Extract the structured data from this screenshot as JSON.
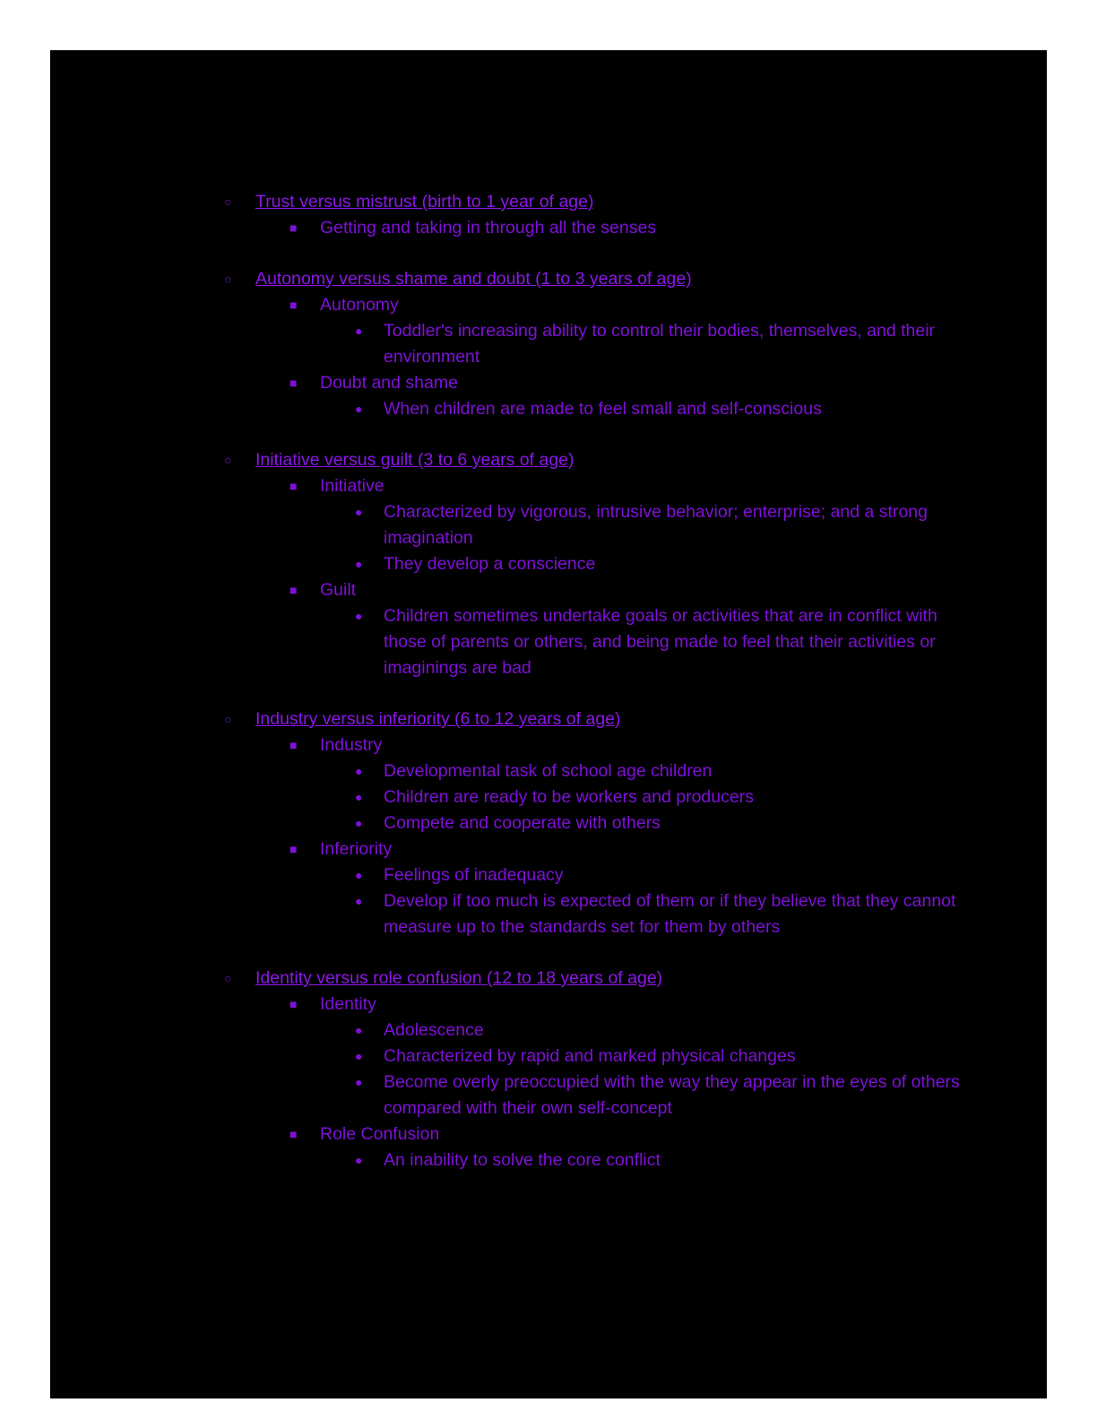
{
  "page": {
    "background_color": "#000000",
    "margin_color": "#ffffff",
    "text_color": "#7f10d8",
    "heading_color": "#8c16e8"
  },
  "bullets": {
    "level1": "○",
    "level2": "■",
    "level3": "●"
  },
  "sections": [
    {
      "heading": "Trust versus mistrust (birth to 1 year of age)",
      "items": [
        {
          "label": "Getting and taking in through all the senses",
          "bullets": []
        }
      ]
    },
    {
      "heading": "Autonomy versus shame and doubt (1 to 3 years of age)",
      "items": [
        {
          "label": "Autonomy",
          "bullets": [
            "Toddler's increasing ability to control their bodies, themselves, and their environment"
          ]
        },
        {
          "label": "Doubt and shame",
          "bullets": [
            "When children are made to feel small and self-conscious"
          ]
        }
      ]
    },
    {
      "heading": "Initiative versus guilt (3 to 6 years of age)",
      "items": [
        {
          "label": "Initiative",
          "bullets": [
            "Characterized by vigorous, intrusive behavior; enterprise; and a strong imagination",
            "They develop a conscience"
          ]
        },
        {
          "label": "Guilt",
          "bullets": [
            "Children sometimes undertake goals or activities that are in conflict with those of parents or others, and being made to feel that their activities or imaginings are bad"
          ]
        }
      ]
    },
    {
      "heading": "Industry versus inferiority (6 to 12 years of age)",
      "items": [
        {
          "label": "Industry",
          "bullets": [
            "Developmental task of school age children",
            "Children are ready to be workers and producers",
            "Compete and cooperate with others"
          ]
        },
        {
          "label": "Inferiority",
          "bullets": [
            "Feelings of inadequacy",
            "Develop if too much is expected of them or if they believe that they cannot measure up to the standards set for them by others"
          ]
        }
      ]
    },
    {
      "heading": "Identity versus role confusion (12 to 18 years of age)",
      "items": [
        {
          "label": "Identity",
          "bullets": [
            "Adolescence",
            "Characterized by rapid and marked physical changes",
            "Become overly preoccupied with the way they appear in the eyes of others compared with their own self-concept"
          ]
        },
        {
          "label": "Role Confusion",
          "bullets": [
            "An inability to solve the core conflict"
          ]
        }
      ]
    }
  ]
}
